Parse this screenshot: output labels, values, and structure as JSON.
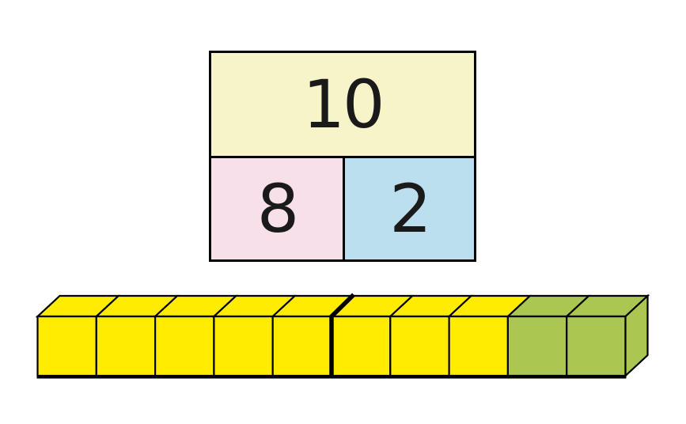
{
  "scene": {
    "description": "Part-whole model diagram showing the number 10 partitioned into 8 and 2, with a bar of ten linking cubes below (8 yellow, 2 green) and a heavy divider line after the fifth cube",
    "background_color": "#ffffff"
  },
  "part_whole_model": {
    "whole": {
      "value": "10",
      "color": "#F8F4CA"
    },
    "parts": [
      {
        "value": "8",
        "color": "#F7E0E9"
      },
      {
        "value": "2",
        "color": "#BCDFF0"
      }
    ],
    "border_color": "#000000",
    "text_color": "#1a1a1a"
  },
  "cube_bar": {
    "total_cubes": 10,
    "segments": [
      {
        "color_name": "yellow",
        "color": "#FFEC00",
        "count": 8
      },
      {
        "color_name": "green",
        "color": "#A9C751",
        "count": 2
      }
    ],
    "divider_after_cube": 5,
    "outline_color": "#000000"
  }
}
